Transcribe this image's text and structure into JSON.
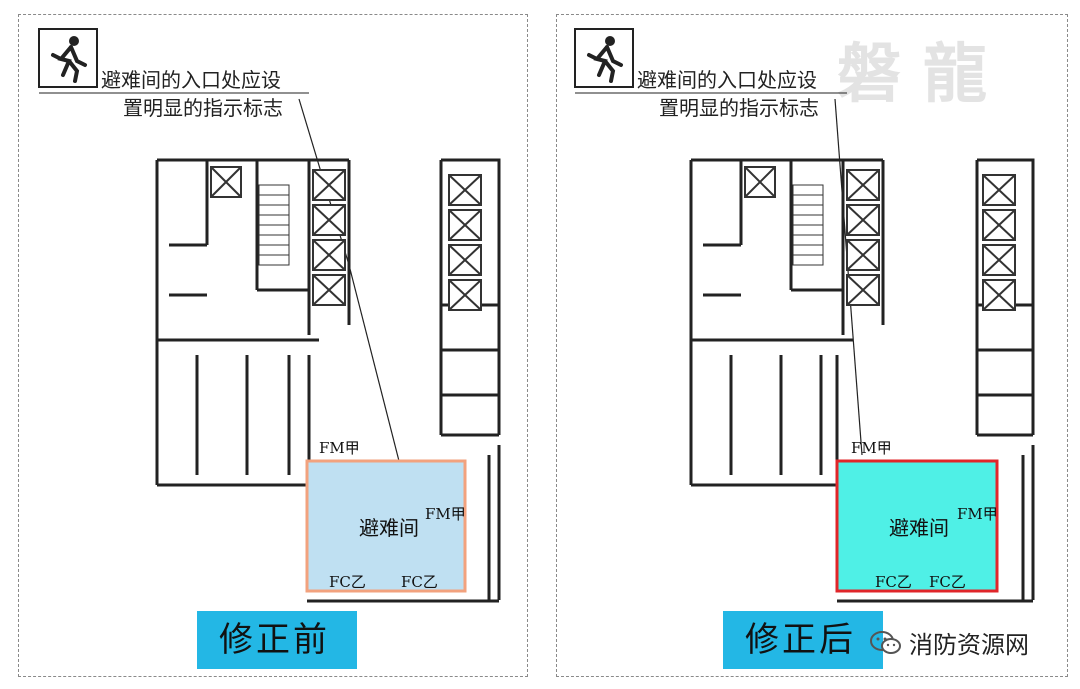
{
  "panels": [
    {
      "caption": "修正前",
      "callout_line1": "避难间的入口处应设",
      "callout_line2": "置明显的指示标志",
      "room_label": "避难间",
      "door_fm_top": "FM甲",
      "door_fm_right": "FM甲",
      "window_fc1": "FC乙",
      "window_fc2": "FC乙",
      "room_fill": "#bfe0f2",
      "room_border": "#f2a27e"
    },
    {
      "caption": "修正后",
      "callout_line1": "避难间的入口处应设",
      "callout_line2": "置明显的指示标志",
      "room_label": "避难间",
      "door_fm_top": "FM甲",
      "door_fm_right": "FM甲",
      "window_fc1": "FC乙",
      "window_fc2": "FC乙",
      "room_fill": "#4ff0e6",
      "room_border": "#e0262a"
    }
  ],
  "watermark": "磐龍",
  "brand": "消防资源网",
  "colors": {
    "caption_bg": "#23b7e5",
    "wall": "#222222"
  }
}
